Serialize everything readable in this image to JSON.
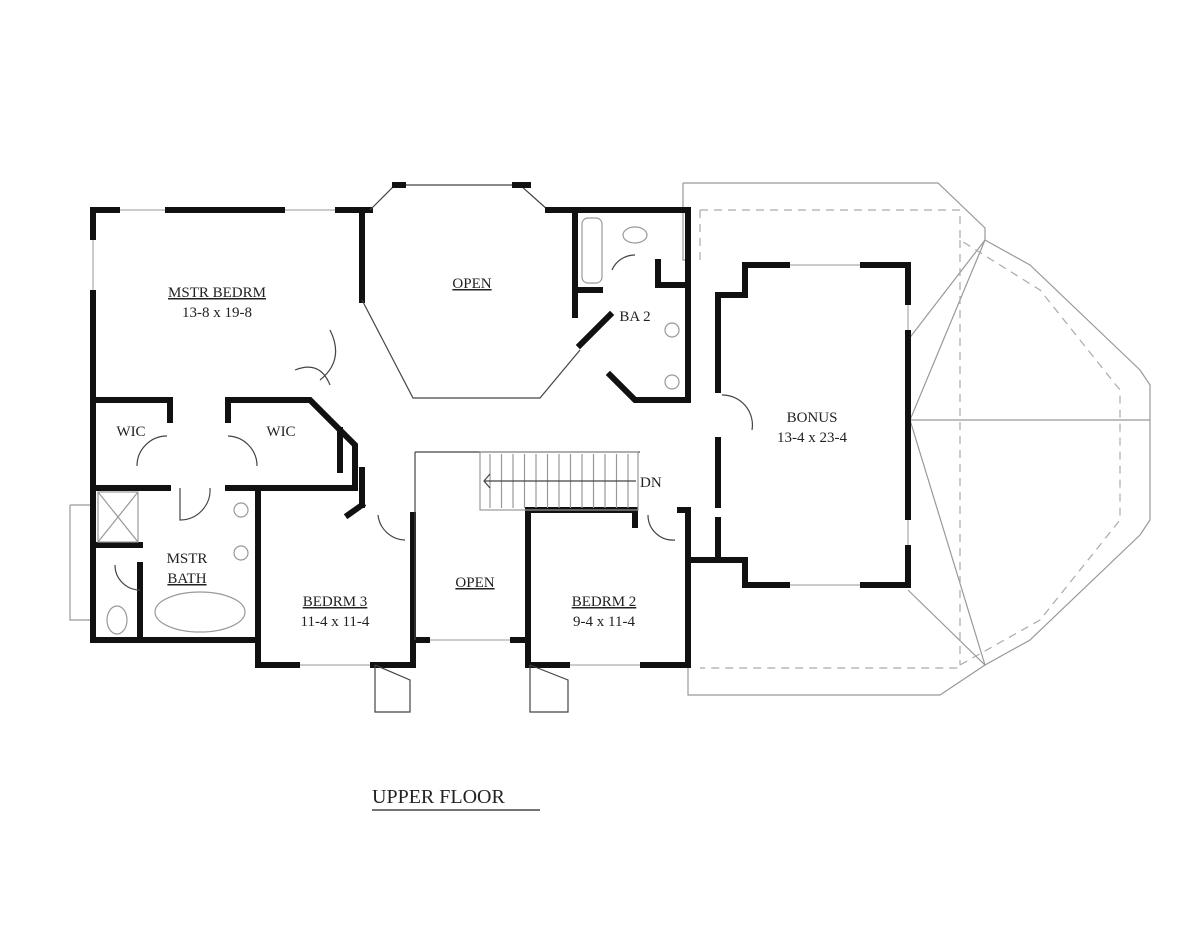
{
  "title": "UPPER FLOOR",
  "rooms": {
    "master_bedroom": {
      "name": "MSTR BEDRM",
      "size": "13-8 x 19-8"
    },
    "open_upper": {
      "name": "OPEN"
    },
    "bath_2": {
      "name": "BA 2"
    },
    "wic_left": {
      "name": "WIC"
    },
    "wic_right": {
      "name": "WIC"
    },
    "master_bath": {
      "name_line1": "MSTR",
      "name_line2": "BATH"
    },
    "bonus": {
      "name": "BONUS",
      "size": "13-4 x 23-4"
    },
    "bedroom_3": {
      "name": "BEDRM 3",
      "size": "11-4 x 11-4"
    },
    "open_lower": {
      "name": "OPEN"
    },
    "bedroom_2": {
      "name": "BEDRM 2",
      "size": "9-4 x 11-4"
    }
  },
  "stair_label": "DN"
}
